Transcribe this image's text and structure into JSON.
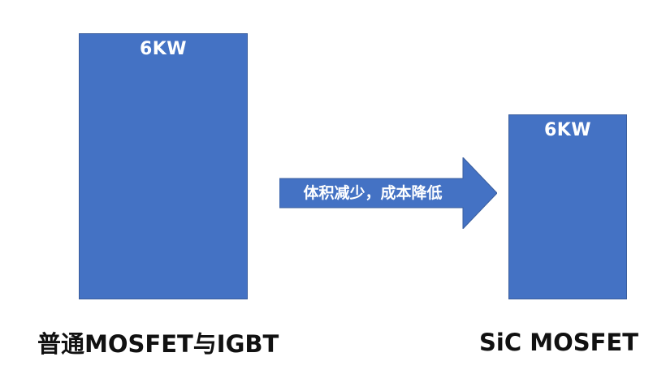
{
  "left_block": {
    "power_label": "6KW",
    "caption": "普通MOSFET与IGBT"
  },
  "right_block": {
    "power_label": "6KW",
    "caption": "SiC MOSFET"
  },
  "arrow": {
    "label": "体积减少，成本降低"
  },
  "colors": {
    "box_fill": "#4472c4",
    "arrow_fill": "#4472c4",
    "label_text": "#ffffff",
    "caption_text": "#111111"
  }
}
